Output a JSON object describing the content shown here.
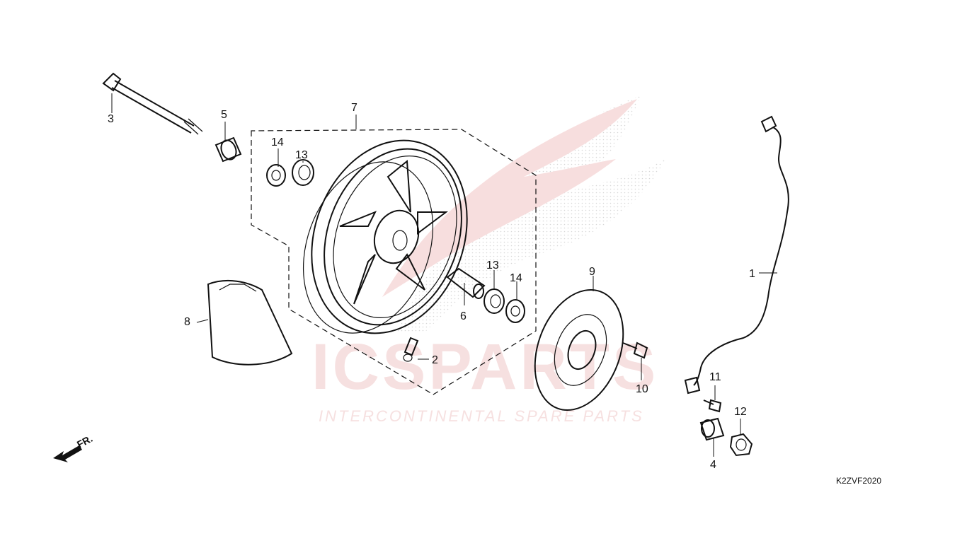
{
  "diagram": {
    "callouts": [
      {
        "id": "c1",
        "text": "1"
      },
      {
        "id": "c2",
        "text": "2"
      },
      {
        "id": "c3",
        "text": "3"
      },
      {
        "id": "c4",
        "text": "4"
      },
      {
        "id": "c5",
        "text": "5"
      },
      {
        "id": "c6",
        "text": "6"
      },
      {
        "id": "c7",
        "text": "7"
      },
      {
        "id": "c8",
        "text": "8"
      },
      {
        "id": "c9",
        "text": "9"
      },
      {
        "id": "c10",
        "text": "10"
      },
      {
        "id": "c11",
        "text": "11"
      },
      {
        "id": "c12",
        "text": "12"
      },
      {
        "id": "c13a",
        "text": "13"
      },
      {
        "id": "c13b",
        "text": "13"
      },
      {
        "id": "c14a",
        "text": "14"
      },
      {
        "id": "c14b",
        "text": "14"
      }
    ],
    "direction_label": "FR.",
    "diagram_code": "K2ZVF2020"
  },
  "watermark": {
    "brand": "ICSPARTS",
    "tagline": "INTERCONTINENTAL SPARE PARTS",
    "color": "#d9534f"
  }
}
